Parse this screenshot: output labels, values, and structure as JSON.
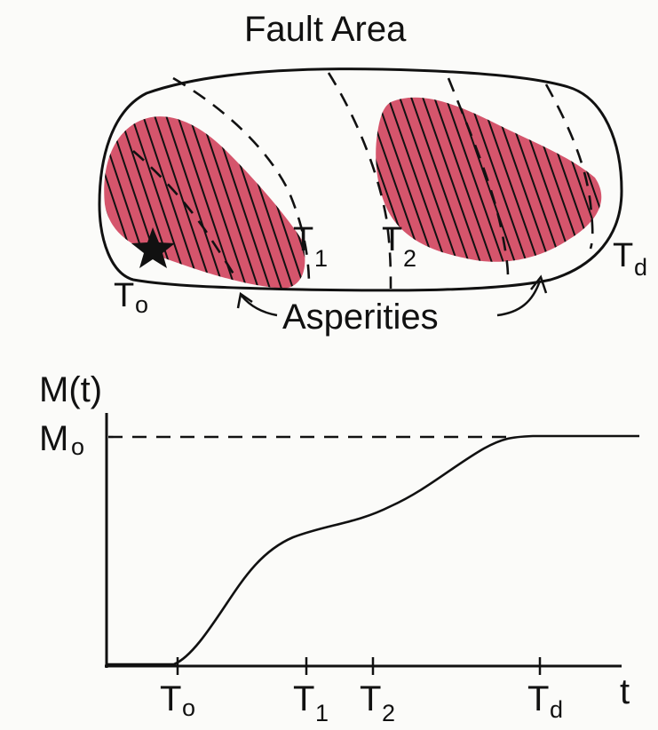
{
  "fault_diagram": {
    "title": "Fault Area",
    "times": {
      "t0": "T",
      "t0_sub": "o",
      "t1": "T",
      "t1_sub": "1",
      "t2": "T",
      "t2_sub": "2",
      "td": "T",
      "td_sub": "d"
    },
    "asperities_label": "Asperities",
    "asperity_color": "#c81e3c",
    "outline_color": "#111111"
  },
  "moment_plot": {
    "y_axis_label": "M(t)",
    "y_max_label": "M",
    "y_max_sub": "o",
    "x_axis_label": "t",
    "x_ticks": [
      {
        "main": "T",
        "sub": "o"
      },
      {
        "main": "T",
        "sub": "1"
      },
      {
        "main": "T",
        "sub": "2"
      },
      {
        "main": "T",
        "sub": "d"
      }
    ],
    "curve_description_color": "#111111"
  }
}
